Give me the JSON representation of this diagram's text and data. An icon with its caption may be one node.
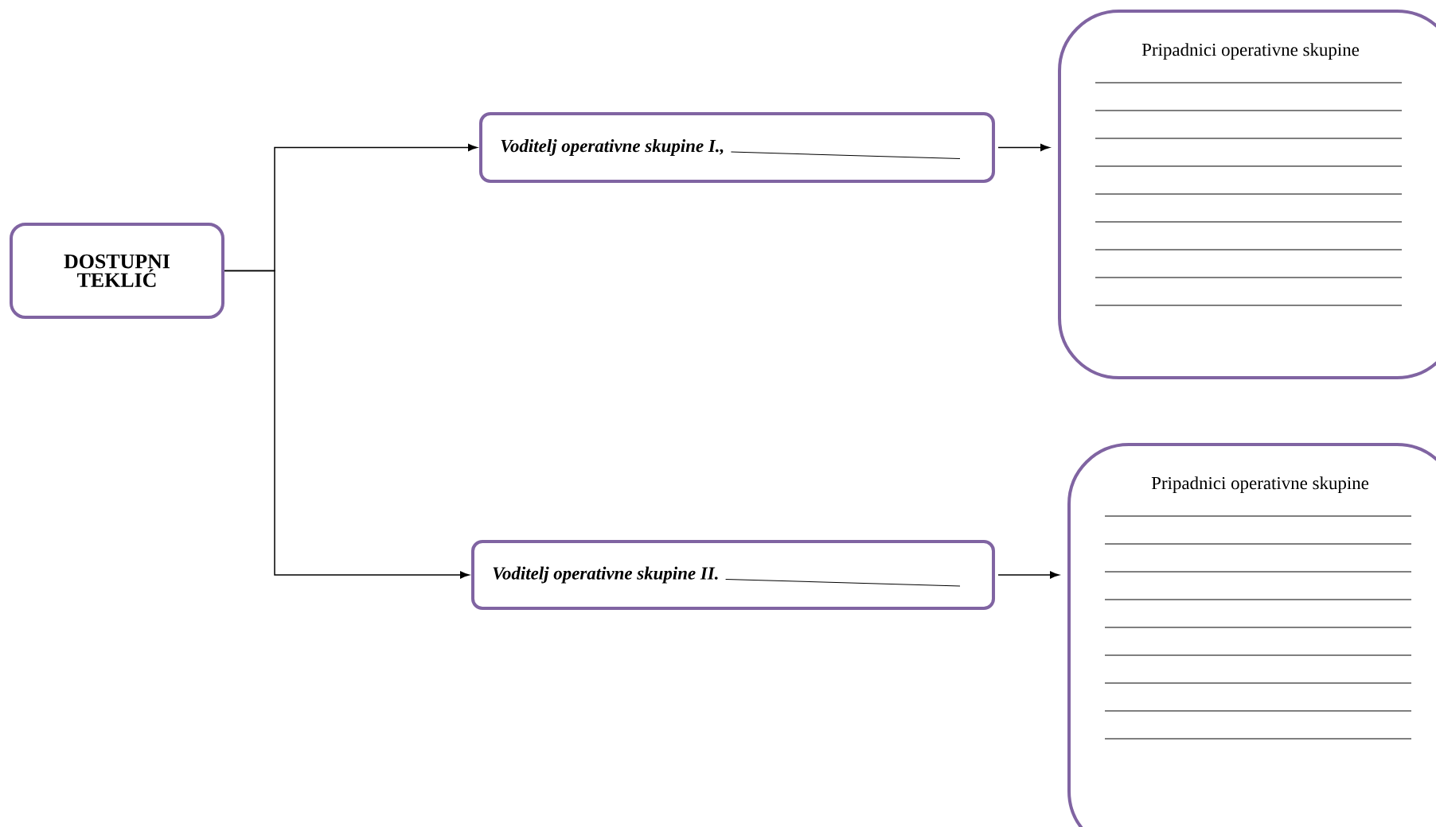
{
  "diagram": {
    "nodes": [
      {
        "text": [
          "DOSTUPNI TEKLIĆ"
        ]
      },
      {
        "text": [
          "Voditelj operativne skupine I.,"
        ]
      },
      {
        "text": [
          "Pripadnici  operativne skupine"
        ]
      },
      {
        "text": [
          "Voditelj operativne skupine II."
        ]
      },
      {
        "text": [
          "Pripadnici  operativne skupine"
        ]
      }
    ],
    "edges": [
      {
        "from": 0,
        "to": 1,
        "arrow": "to"
      },
      {
        "from": 0,
        "to": 3,
        "arrow": "to"
      },
      {
        "from": 1,
        "to": 2,
        "arrow": "to"
      },
      {
        "from": 3,
        "to": 4,
        "arrow": "to"
      }
    ]
  }
}
